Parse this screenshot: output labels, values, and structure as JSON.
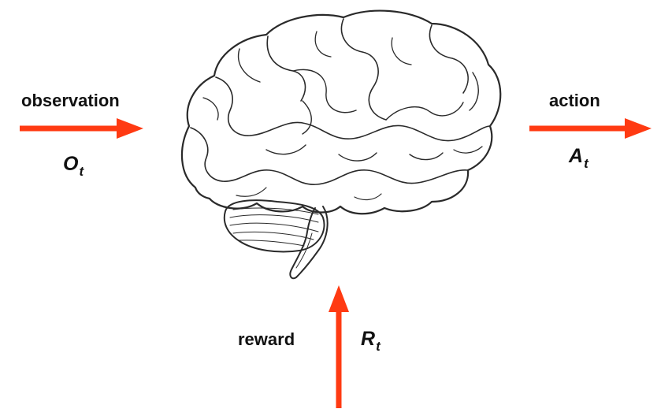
{
  "colors": {
    "arrow": "#ff3a12",
    "text": "#111111",
    "brain_outline": "#2a2a2a",
    "background": "#ffffff"
  },
  "icons": {
    "brain": "brain-icon"
  },
  "observation": {
    "label": "observation",
    "symbol": "O",
    "subscript": "t"
  },
  "action": {
    "label": "action",
    "symbol": "A",
    "subscript": "t"
  },
  "reward": {
    "label": "reward",
    "symbol": "R",
    "subscript": "t"
  }
}
